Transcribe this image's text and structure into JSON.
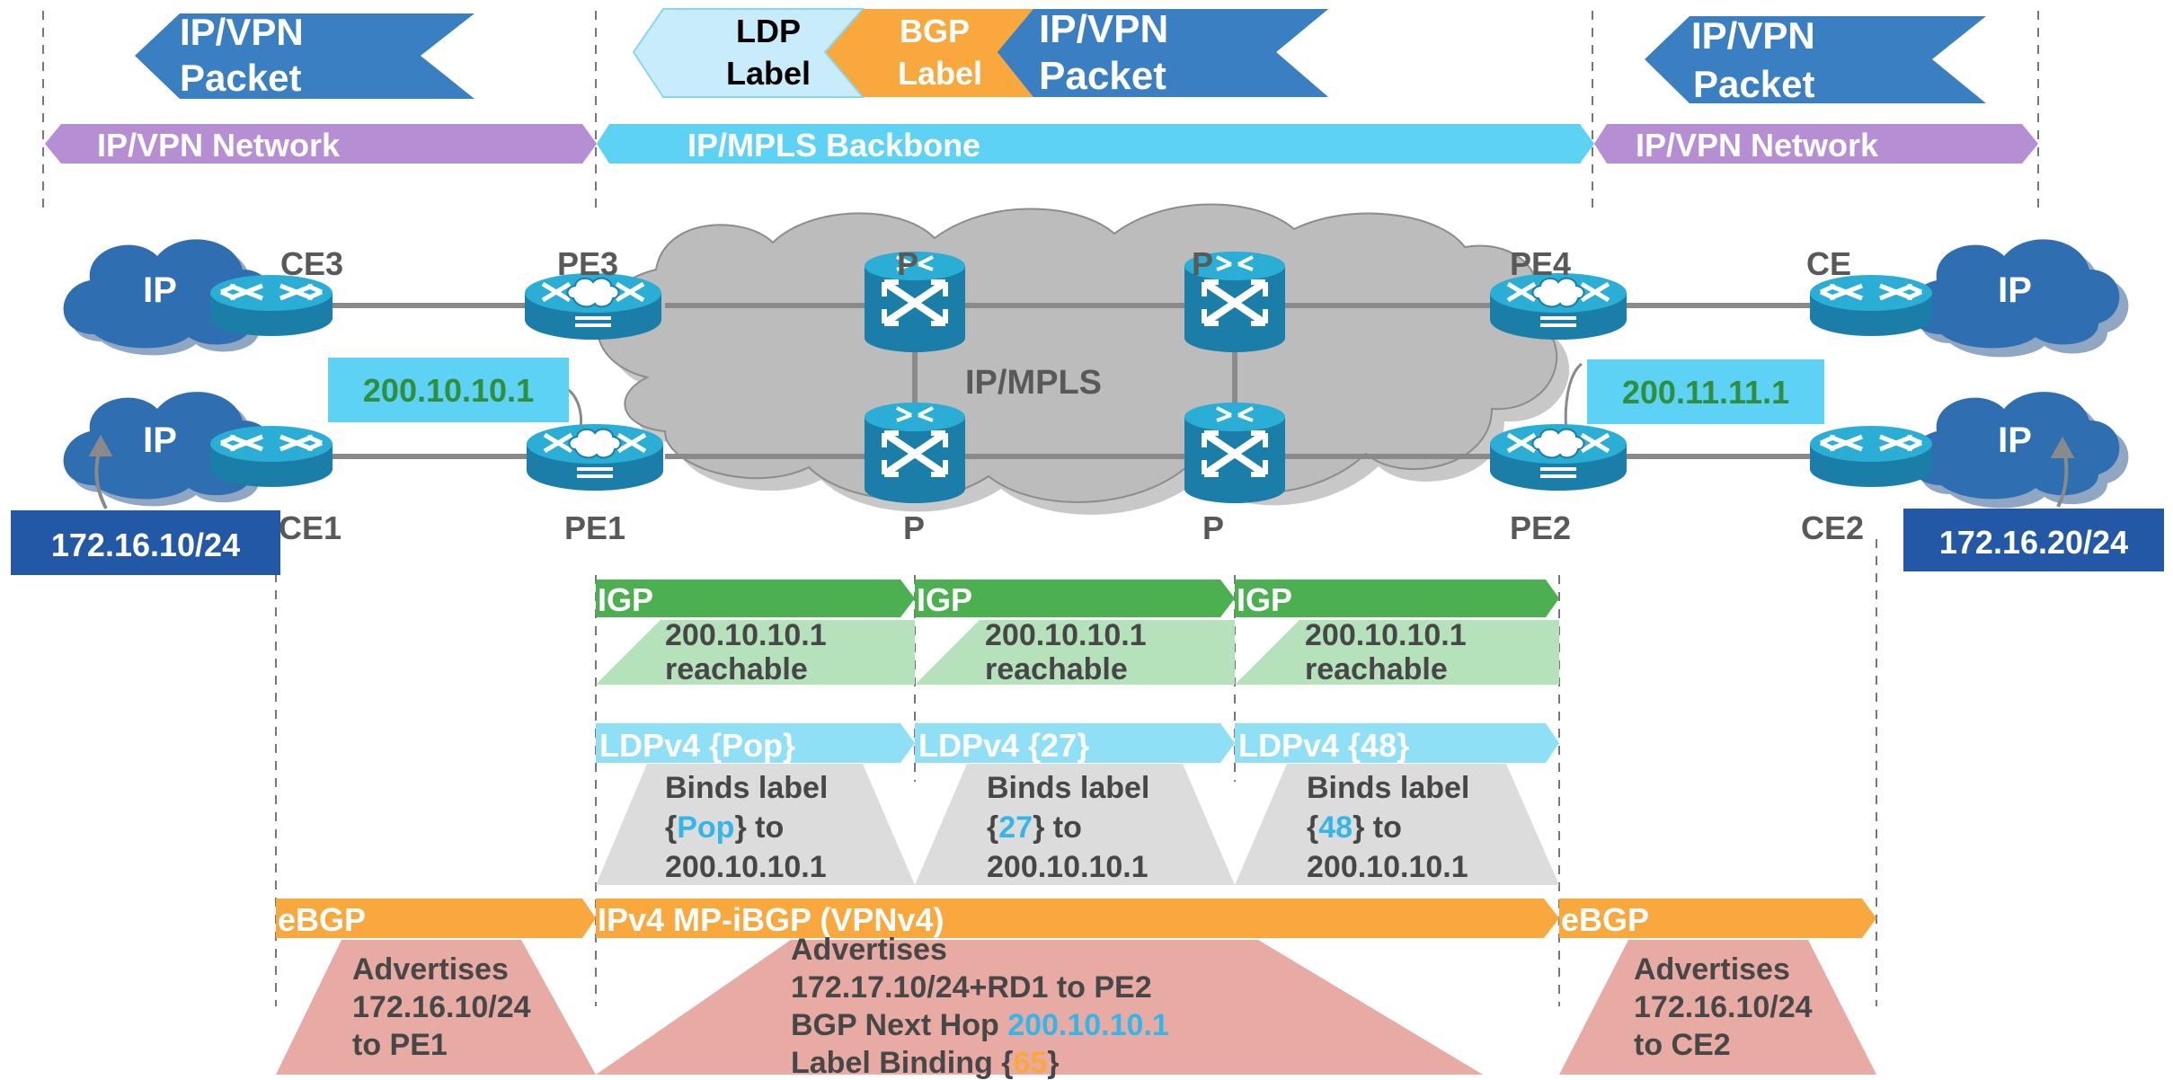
{
  "colors": {
    "ip_vpn_blue": "#3a7fc1",
    "dark_blue": "#2358a6",
    "lavender": "#b58ed4",
    "light_cyan": "#5ed2f5",
    "ldp_light": "#c9ecfa",
    "ldp_arrow": "#8fe0f7",
    "bgp_orange": "#f9a83d",
    "igp_green": "#4caf50",
    "igp_light": "#b6e2bb",
    "ldp_gray": "#dcdcdc",
    "bgp_pink": "#e8aba3",
    "router_teal": "#1f9ac0",
    "cloud_gray": "#bcbcbc"
  },
  "header": {
    "left_packet": [
      "IP/VPN",
      "Packet"
    ],
    "ldp_label": [
      "LDP",
      "Label"
    ],
    "bgp_label": [
      "BGP",
      "Label"
    ],
    "mid_packet": [
      "IP/VPN",
      "Packet"
    ],
    "right_packet": [
      "IP/VPN",
      "Packet"
    ]
  },
  "network_bar": {
    "left": "IP/VPN Network",
    "middle": "IP/MPLS Backbone",
    "right": "IP/VPN Network"
  },
  "nodes": {
    "ce3": "CE3",
    "ce1": "CE1",
    "pe3": "PE3",
    "pe1": "PE1",
    "p_top_left": "P",
    "p_top_right": "P",
    "p_bottom_left": "P",
    "p_bottom_right": "P",
    "pe4": "PE4",
    "pe2": "PE2",
    "ce": "CE",
    "ce2": "CE2",
    "core_cloud": "IP/MPLS",
    "ip_cloud": "IP"
  },
  "addresses": {
    "pe1_loopback": "200.10.10.1",
    "pe2_loopback": "200.11.11.1",
    "left_prefix": "172.16.10/24",
    "right_prefix": "172.16.20/24"
  },
  "igp": {
    "label": "IGP",
    "segments": [
      {
        "line1": "200.10.10.1",
        "line2": "reachable"
      },
      {
        "line1": "200.10.10.1",
        "line2": "reachable"
      },
      {
        "line1": "200.10.10.1",
        "line2": "reachable"
      }
    ]
  },
  "ldp": {
    "segments": [
      {
        "label": "LDPv4 {Pop}",
        "line1": "Binds label",
        "open": "{",
        "value": "Pop",
        "close": "} to",
        "line3": "200.10.10.1"
      },
      {
        "label": "LDPv4 {27}",
        "line1": "Binds label",
        "open": "{",
        "value": "27",
        "close": "} to",
        "line3": "200.10.10.1"
      },
      {
        "label": "LDPv4 {48}",
        "line1": "Binds label",
        "open": "{",
        "value": "48",
        "close": "} to",
        "line3": "200.10.10.1"
      }
    ]
  },
  "bgp": {
    "left": {
      "label": "eBGP",
      "line1": "Advertises",
      "line2": "172.16.10/24",
      "line3": "to PE1"
    },
    "middle": {
      "label": "IPv4 MP-iBGP (VPNv4)",
      "line1": "Advertises",
      "line2": "172.17.10/24+RD1 to PE2",
      "line3_prefix": "BGP Next Hop ",
      "line3_value": "200.10.10.1",
      "line4_prefix": "Label Binding {",
      "line4_value": "65",
      "line4_suffix": "}"
    },
    "right": {
      "label": "eBGP",
      "line1": "Advertises",
      "line2": "172.16.10/24",
      "line3": "to CE2"
    }
  }
}
